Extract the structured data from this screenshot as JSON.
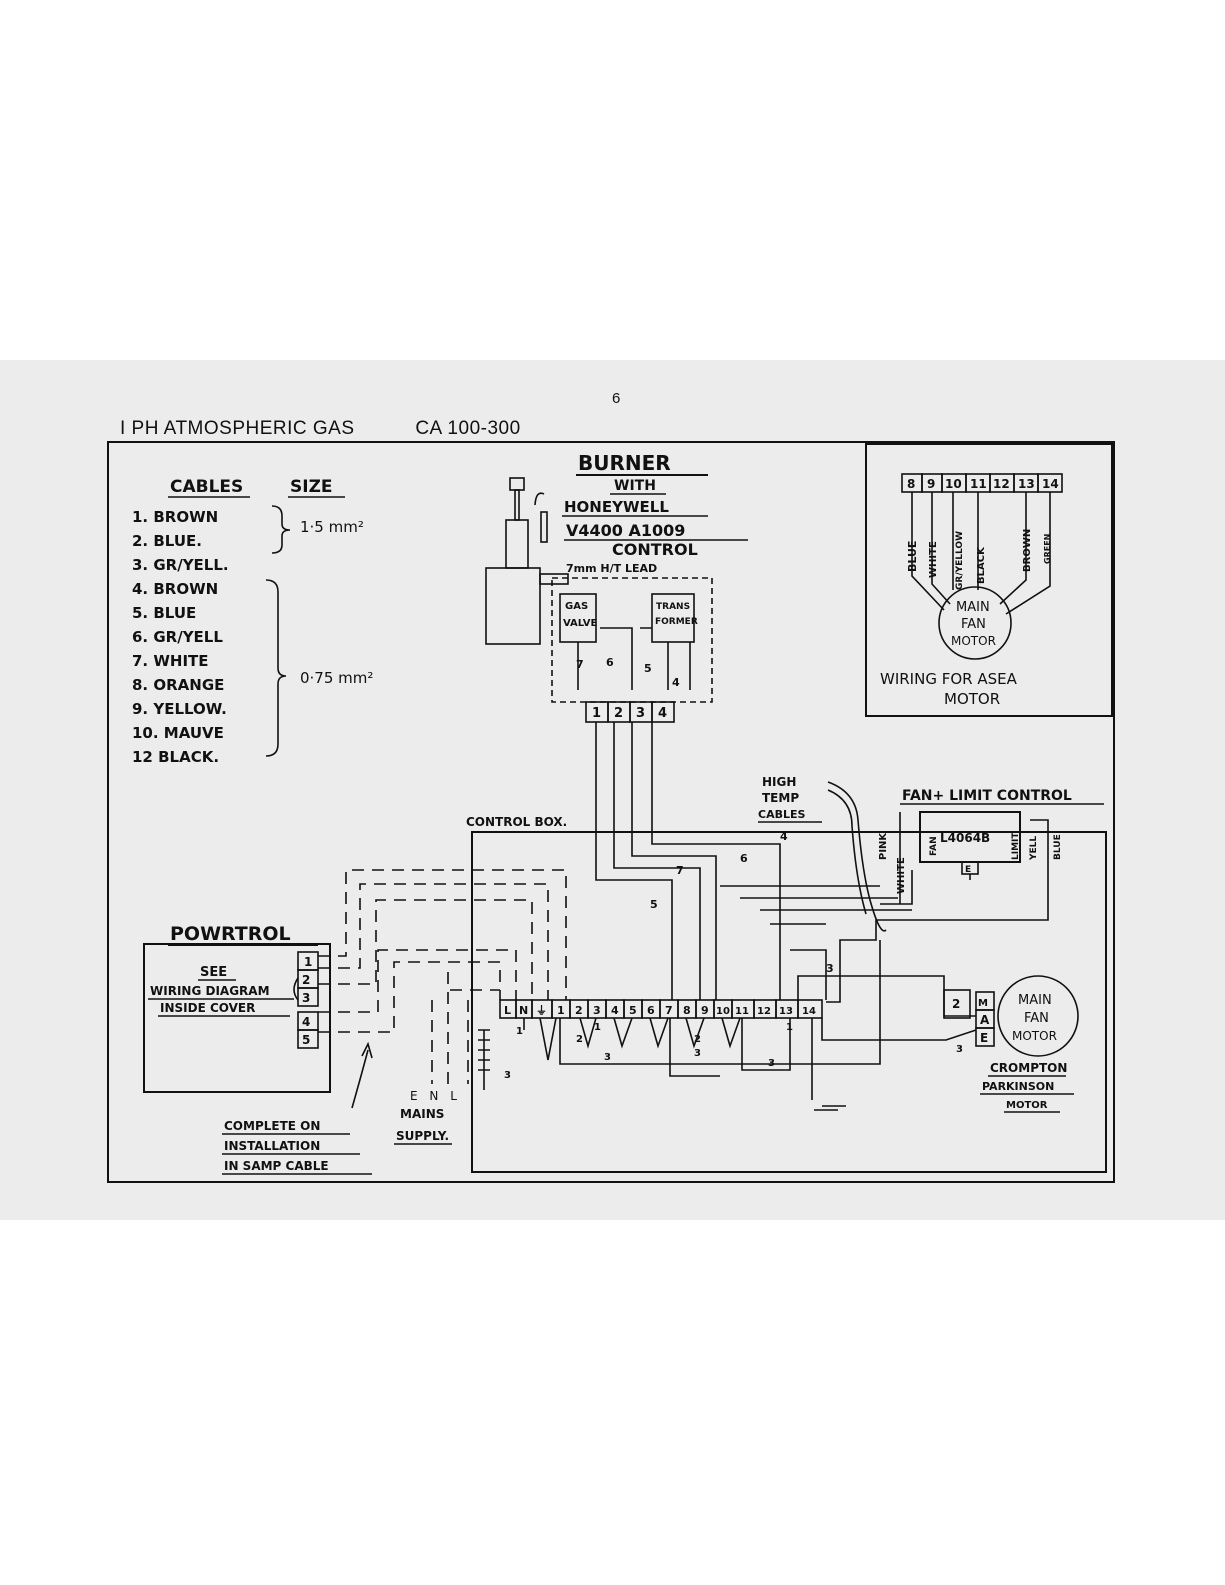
{
  "page_number": "6",
  "header": {
    "title": "I PH ATMOSPHERIC GAS",
    "code": "CA 100-300"
  },
  "cables": {
    "heading": "CABLES",
    "size_heading": "SIZE",
    "items": [
      "1. BROWN",
      "2. BLUE.",
      "3. GR/YELL.",
      "4. BROWN",
      "5. BLUE",
      "6. GR/YELL",
      "7. WHITE",
      "8. ORANGE",
      "9. YELLOW.",
      "10. MAUVE",
      "12 BLACK."
    ],
    "size_large": "1·5 mm²",
    "size_small": "0·75 mm²"
  },
  "burner": {
    "title": "BURNER",
    "lines": [
      "WITH",
      "HONEYWELL",
      "V4400 A1009",
      "CONTROL"
    ],
    "lead": "7mm H/T LEAD",
    "gas_valve": [
      "GAS",
      "VALVE"
    ],
    "transformer": [
      "TRANS",
      "FORMER"
    ],
    "terminals": [
      "1",
      "2",
      "3",
      "4"
    ],
    "wire_numbers": [
      "7",
      "6",
      "5",
      "4"
    ]
  },
  "asea": {
    "terminals": [
      "8",
      "9",
      "10",
      "11",
      "12",
      "13",
      "14"
    ],
    "wires": [
      "BLUE",
      "WHITE",
      "GR/YELLOW",
      "BLACK",
      "BROWN",
      "GREEN"
    ],
    "motor_label": [
      "MAIN",
      "FAN",
      "MOTOR"
    ],
    "caption": "WIRING FOR ASEA",
    "caption2": "MOTOR"
  },
  "high_temp": [
    "HIGH",
    "TEMP",
    "CABLES"
  ],
  "fan_limit": {
    "title": "FAN+ LIMIT CONTROL",
    "model": "L4064B",
    "labels": [
      "PINK",
      "WHITE",
      "FAN",
      "LIMIT",
      "YELL",
      "BLUE",
      "E"
    ]
  },
  "control_box": {
    "label": "CONTROL BOX.",
    "terminals": [
      "L",
      "N",
      "⏚",
      "1",
      "2",
      "3",
      "4",
      "5",
      "6",
      "7",
      "8",
      "9",
      "10",
      "11",
      "12",
      "13",
      "14"
    ],
    "wire_numbers": [
      "7",
      "6",
      "5",
      "4",
      "3",
      "1",
      "2",
      "3",
      "1",
      "2",
      "3",
      "3",
      "3",
      "1",
      "3"
    ]
  },
  "powrtrol": {
    "title": "POWRTROL",
    "see": "SEE",
    "lines": [
      "WIRING DIAGRAM",
      "INSIDE COVER"
    ],
    "terminals": [
      "1",
      "2",
      "3",
      "4",
      "5"
    ]
  },
  "mains": {
    "labels": "E N L",
    "line1": "MAINS",
    "line2": "SUPPLY."
  },
  "install_note": [
    "COMPLETE ON",
    "INSTALLATION",
    "IN SAMP CABLE"
  ],
  "crompton": {
    "terminals": [
      "M",
      "A",
      "E"
    ],
    "wire": "2",
    "motor_label": [
      "MAIN",
      "FAN",
      "MOTOR"
    ],
    "caption": [
      "CROMPTON",
      "PARKINSON",
      "MOTOR"
    ]
  }
}
